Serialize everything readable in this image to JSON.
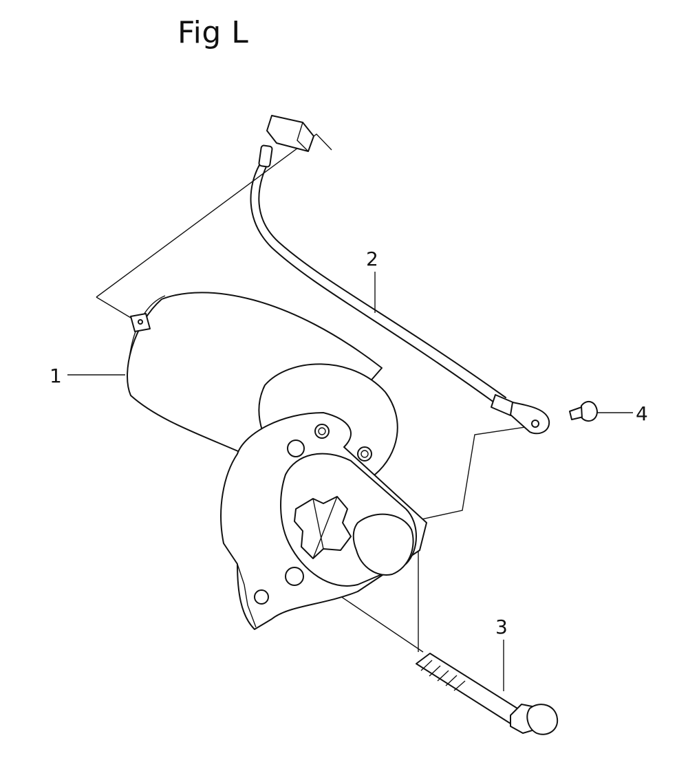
{
  "figure": {
    "title": "Fig L",
    "callouts": [
      {
        "id": "1",
        "label": "1"
      },
      {
        "id": "2",
        "label": "2"
      },
      {
        "id": "3",
        "label": "3"
      },
      {
        "id": "4",
        "label": "4"
      }
    ]
  }
}
